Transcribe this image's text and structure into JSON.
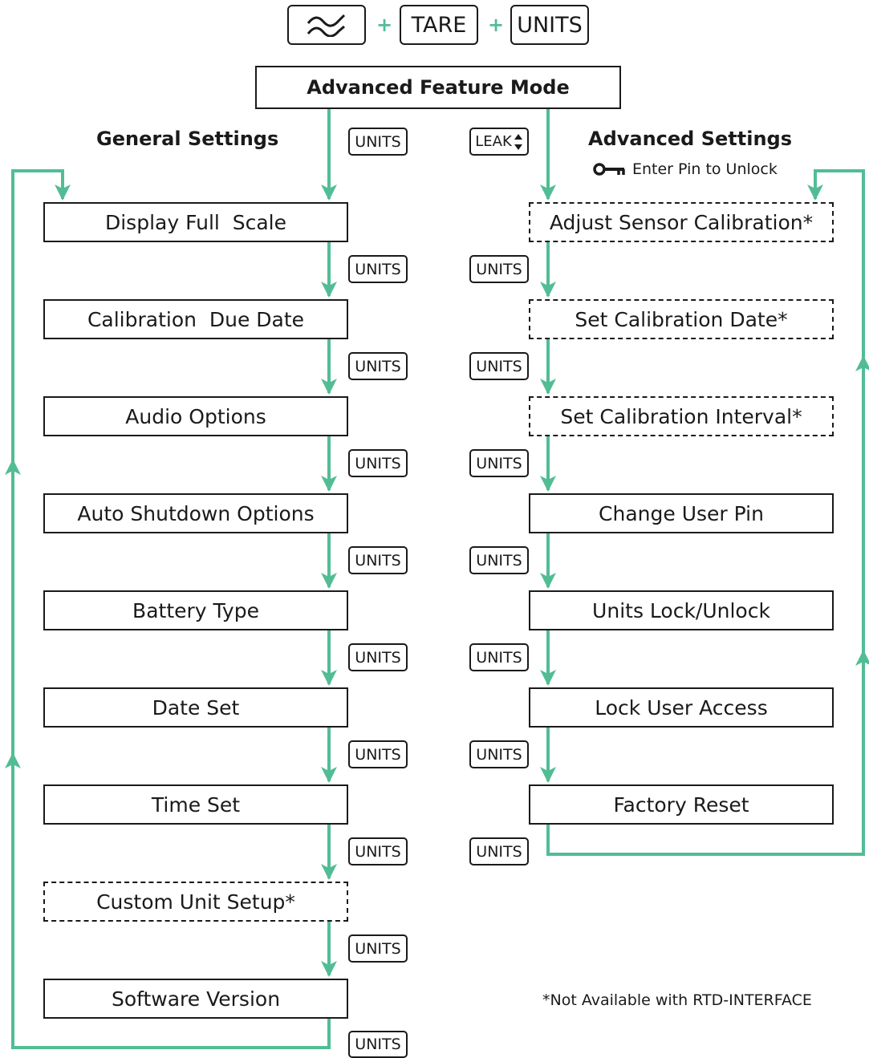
{
  "top_keys": {
    "key1_icon": "leak-wave-icon",
    "key2_label": "TARE",
    "key3_label": "UNITS",
    "plus_symbol": "+"
  },
  "mode_title": "Advanced Feature Mode",
  "general": {
    "heading": "General Settings",
    "steps": [
      {
        "label": "Display Full  Scale",
        "dashed": false
      },
      {
        "label": "Calibration  Due Date",
        "dashed": false
      },
      {
        "label": "Audio Options",
        "dashed": false
      },
      {
        "label": "Auto Shutdown Options",
        "dashed": false
      },
      {
        "label": "Battery Type",
        "dashed": false
      },
      {
        "label": "Date Set",
        "dashed": false
      },
      {
        "label": "Time Set",
        "dashed": false
      },
      {
        "label": "Custom Unit Setup*",
        "dashed": true
      },
      {
        "label": "Software Version",
        "dashed": false
      }
    ],
    "button_label": "UNITS"
  },
  "advanced": {
    "heading": "Advanced Settings",
    "unlock_note": "Enter Pin to Unlock",
    "unlock_icon": "key-icon",
    "entry_button": "LEAK",
    "steps": [
      {
        "label": "Adjust Sensor Calibration*",
        "dashed": true
      },
      {
        "label": "Set Calibration Date*",
        "dashed": true
      },
      {
        "label": "Set Calibration Interval*",
        "dashed": true
      },
      {
        "label": "Change User Pin",
        "dashed": false
      },
      {
        "label": "Units Lock/Unlock",
        "dashed": false
      },
      {
        "label": "Lock User Access",
        "dashed": false
      },
      {
        "label": "Factory Reset",
        "dashed": false
      }
    ],
    "button_label": "UNITS"
  },
  "footnote": "*Not Available with RTD-INTERFACE",
  "colors": {
    "arrow": "#52bd95",
    "border": "#1a1a1a",
    "background": "#ffffff"
  }
}
